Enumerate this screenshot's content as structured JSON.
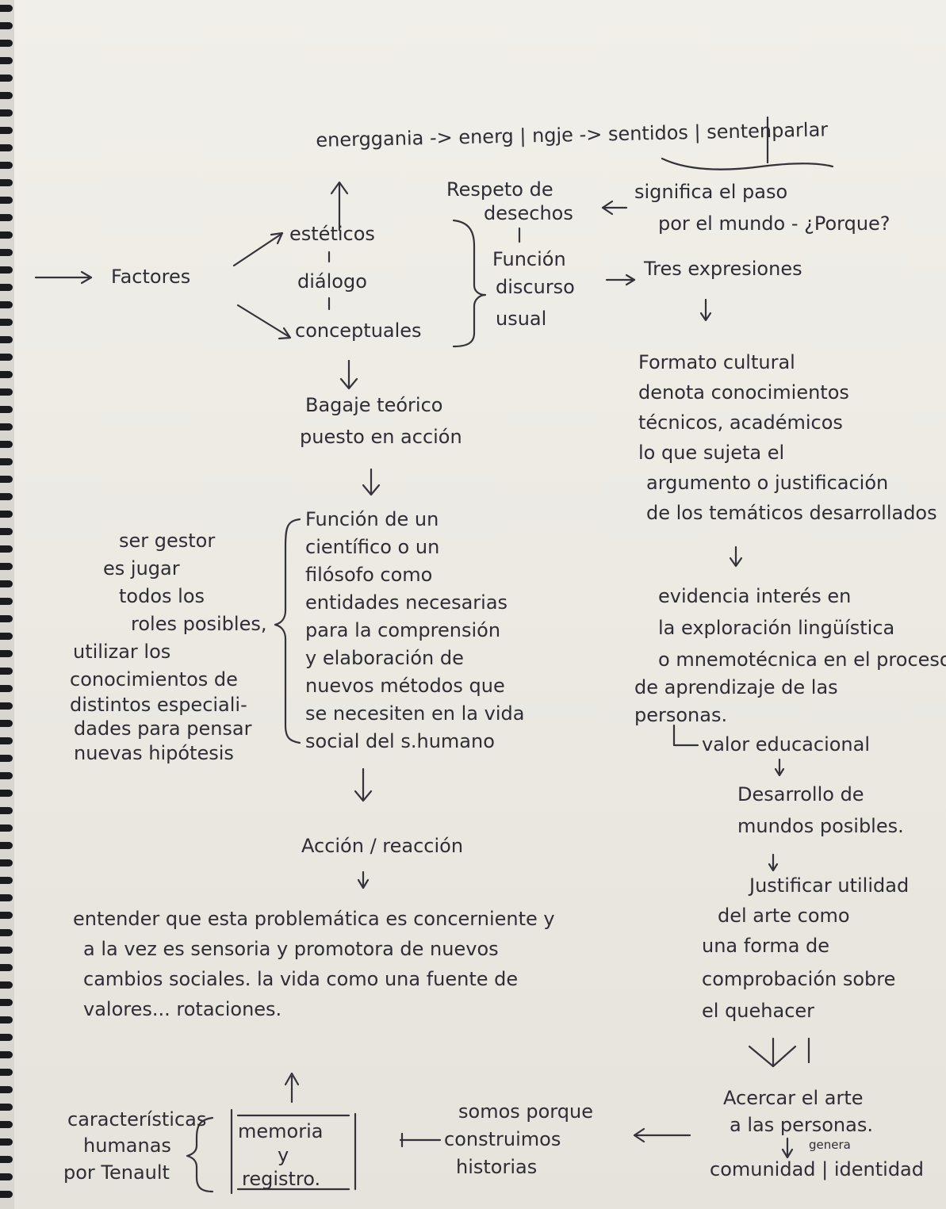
{
  "sheet": {
    "top": {
      "line": "energgania -> energ | ngje -> sentidos | sentenparlar"
    },
    "factors": {
      "label": "Factores"
    },
    "branches": [
      "estéticos",
      "diálogo",
      "conceptuales"
    ],
    "function_block": {
      "lines": [
        "Respeto de",
        "desechos",
        "Función",
        "discurso",
        "usual"
      ]
    },
    "significance": {
      "lines": [
        "significa el paso",
        "por el mundo - ¿Porque?"
      ]
    },
    "three_expressions": "Tres expresiones",
    "baggage": {
      "lines": [
        "Bagaje teórico",
        "puesto en acción"
      ]
    },
    "cultural": {
      "lines": [
        "Formato cultural",
        "denota conocimientos",
        "técnicos, académicos",
        "lo que sujeta el",
        "argumento o justificación",
        "de los temáticos desarrollados"
      ]
    },
    "manager": {
      "lines": [
        "ser gestor",
        "es jugar",
        "todos los",
        "roles posibles,",
        "utilizar los",
        "conocimientos de",
        "distintos especiali-",
        "dades para pensar",
        "nuevas hipótesis"
      ]
    },
    "function_scientist": {
      "lines": [
        "Función de un",
        "científico o un",
        "filósofo como",
        "entidades necesarias",
        "para la comprensión",
        "y elaboración de",
        "nuevos métodos que",
        "se necesiten en la vida",
        "social del s.humano"
      ]
    },
    "evidence": {
      "lines": [
        "evidencia interés en",
        "la exploración lingüística",
        "o mnemotécnica en el proceso",
        "de aprendizaje de las",
        "personas."
      ]
    },
    "educational": "valor educacional",
    "worlds": {
      "lines": [
        "Desarrollo de",
        "mundos posibles."
      ]
    },
    "justify": {
      "lines": [
        "Justificar utilidad",
        "del arte como",
        "una forma de",
        "comprobación sobre",
        "el quehacer"
      ]
    },
    "action": "Acción / reacción",
    "understand": {
      "lines": [
        "entender que esta problemática es concerniente y",
        "a la vez es sensoria y promotora de nuevos",
        "cambios sociales. la vida como una fuente de",
        "valores... rotaciones."
      ]
    },
    "approach": {
      "lines": [
        "Acercar el arte",
        "a las personas."
      ],
      "small": "genera"
    },
    "community": "comunidad | identidad",
    "stories": {
      "lines": [
        "somos porque",
        "construimos",
        "historias"
      ]
    },
    "memory": {
      "lines": [
        "memoria",
        "y",
        "registro."
      ]
    },
    "human": {
      "lines": [
        "características",
        "humanas",
        "por Tenault"
      ]
    }
  }
}
